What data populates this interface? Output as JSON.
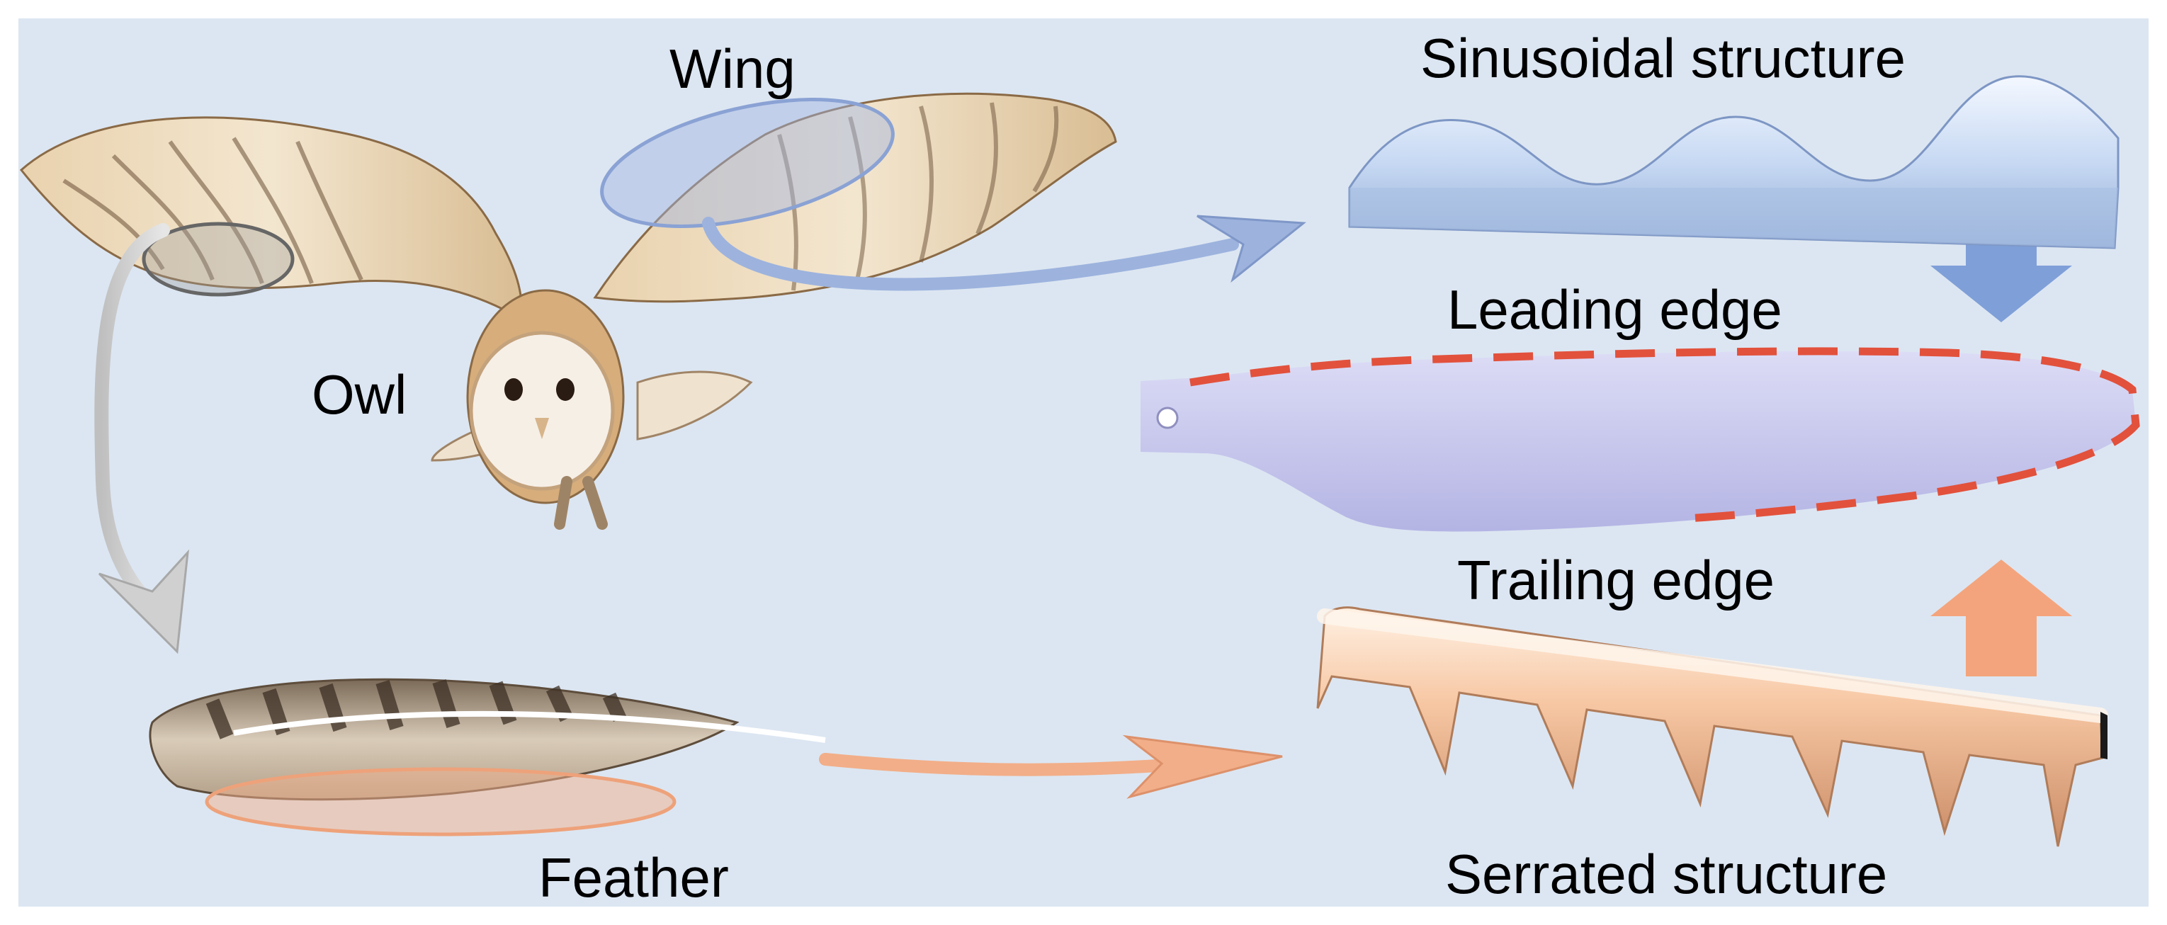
{
  "labels": {
    "wing": "Wing",
    "owl": "Owl",
    "feather": "Feather",
    "sinusoidal": "Sinusoidal structure",
    "leading_edge": "Leading edge",
    "trailing_edge": "Trailing edge",
    "serrated": "Serrated structure"
  },
  "colors": {
    "background": "#dce6f2",
    "wing_highlight": "#9fb4e0",
    "feather_highlight": "#f2b08c",
    "leading_edge_dash": "#e2513c",
    "blade": "#c6c6ec",
    "sinusoidal_fill": "#c8daf4",
    "serrated_fill": "#f6c6a2",
    "down_arrow": "#7f9fd8",
    "up_arrow": "#f4a47c"
  },
  "icons": [
    "owl-illustration",
    "feather-illustration",
    "sinusoidal-structure",
    "serrated-structure",
    "fan-blade"
  ]
}
